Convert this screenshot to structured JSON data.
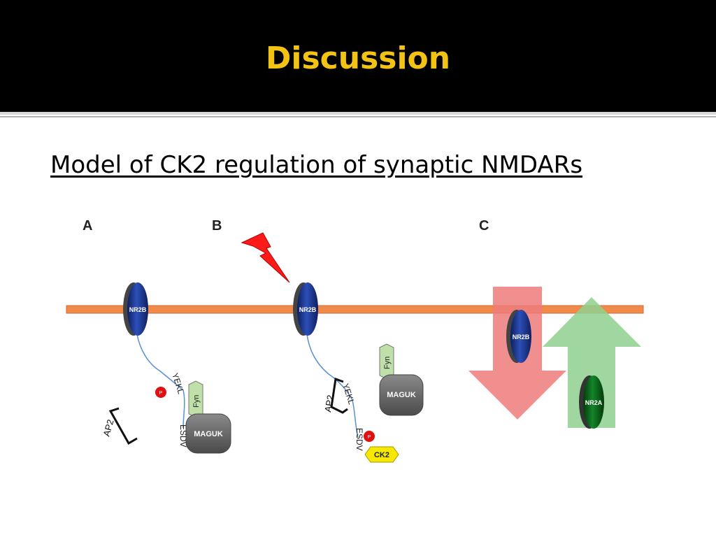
{
  "slide": {
    "title": "Discussion",
    "subtitle": "Model of CK2 regulation of synaptic NMDARs"
  },
  "colors": {
    "header_bg": "#000000",
    "title": "#f2c314",
    "membrane": "#f08a4b",
    "nr2b": "#1f3a9a",
    "nr2a": "#0c6b1a",
    "phospho": "#e01010",
    "fyn": "#bfe0a8",
    "maguk": "#6c6c6c",
    "ck2": "#f6e800",
    "down_arrow": "#ee7b7b",
    "up_arrow": "#8fd08f",
    "lightning": "#ff1a1a"
  },
  "figure": {
    "panel_labels": [
      "A",
      "B",
      "C"
    ],
    "nr2b": "NR2B",
    "nr2a": "NR2A",
    "yekl": "YEKL",
    "esdv": "ESDV",
    "ap2": "AP2",
    "fyn": "Fyn",
    "maguk": "MAGUK",
    "ck2": "CK2",
    "phospho": "P"
  }
}
